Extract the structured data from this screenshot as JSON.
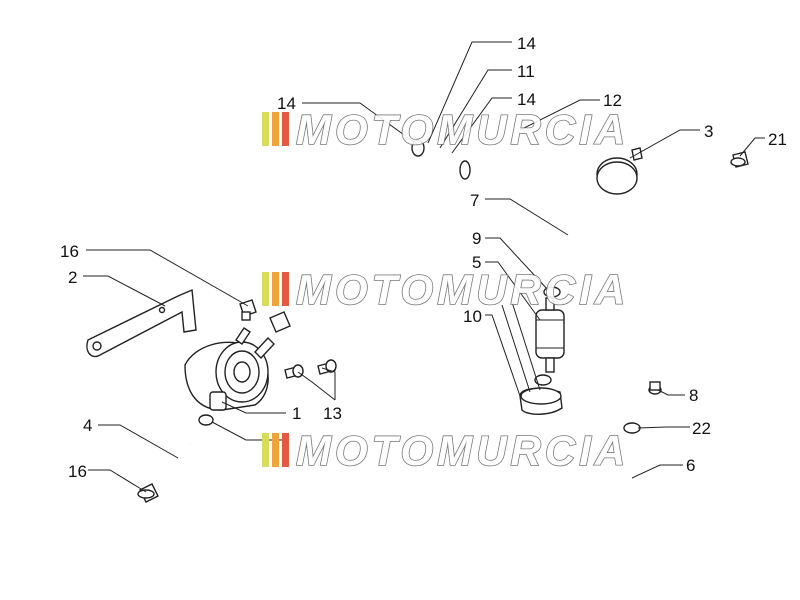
{
  "watermark": {
    "text": "MOTOMURCIA",
    "stripe_colors": [
      "#d7dd5a",
      "#f0a437",
      "#e25b3f"
    ]
  },
  "callouts": [
    {
      "id": "c1",
      "label": "1"
    },
    {
      "id": "c2",
      "label": "2"
    },
    {
      "id": "c3",
      "label": "3"
    },
    {
      "id": "c4",
      "label": "4"
    },
    {
      "id": "c5",
      "label": "5"
    },
    {
      "id": "c6",
      "label": "6"
    },
    {
      "id": "c7",
      "label": "7"
    },
    {
      "id": "c8",
      "label": "8"
    },
    {
      "id": "c9",
      "label": "9"
    },
    {
      "id": "c10",
      "label": "10"
    },
    {
      "id": "c11",
      "label": "11"
    },
    {
      "id": "c12",
      "label": "12"
    },
    {
      "id": "c13",
      "label": "13"
    },
    {
      "id": "c14a",
      "label": "14"
    },
    {
      "id": "c14b",
      "label": "14"
    },
    {
      "id": "c14c",
      "label": "14"
    },
    {
      "id": "c16a",
      "label": "16"
    },
    {
      "id": "c16b",
      "label": "16"
    },
    {
      "id": "c21",
      "label": "21"
    },
    {
      "id": "c22",
      "label": "22"
    }
  ]
}
